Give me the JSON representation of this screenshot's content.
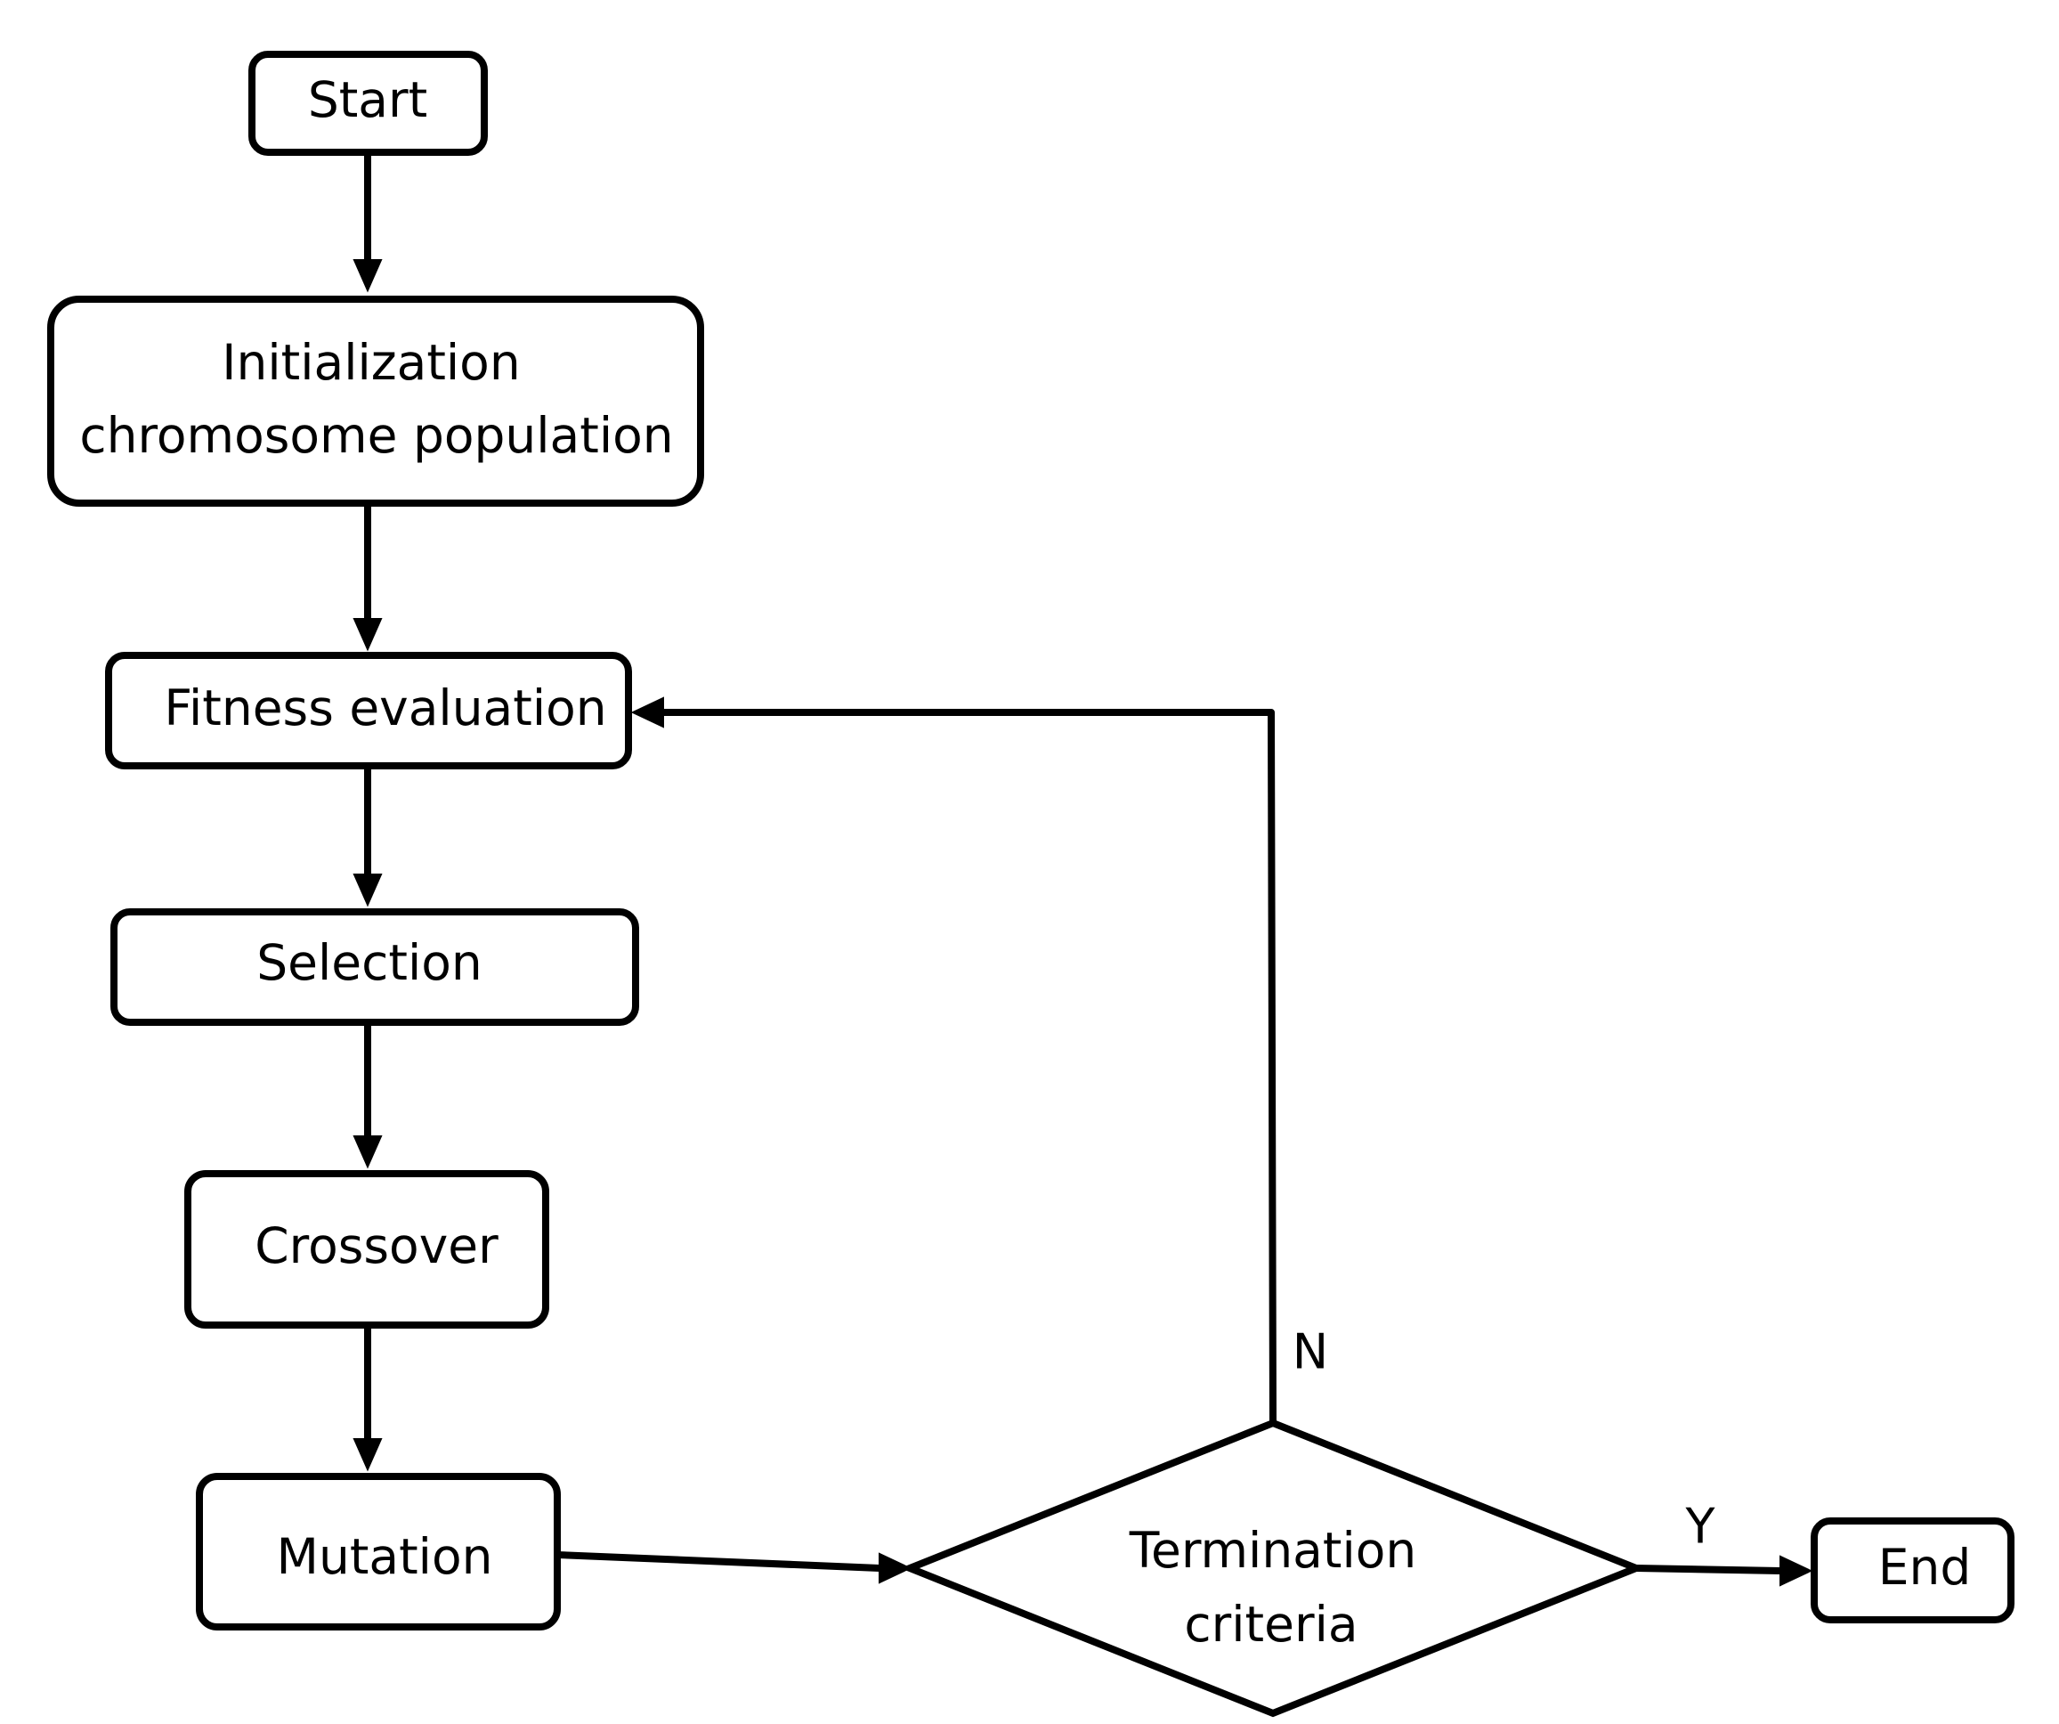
{
  "flowchart": {
    "nodes": {
      "start": {
        "label": "Start"
      },
      "initialization": {
        "lines": [
          "Initialization",
          "chromosome population"
        ]
      },
      "fitness": {
        "label": "Fitness evaluation"
      },
      "selection": {
        "label": "Selection"
      },
      "crossover": {
        "label": "Crossover"
      },
      "mutation": {
        "label": "Mutation"
      },
      "termination": {
        "lines": [
          "Termination",
          "criteria"
        ]
      },
      "end": {
        "label": "End"
      }
    },
    "edges": [
      {
        "from": "Start",
        "to": "Initialization chromosome population"
      },
      {
        "from": "Initialization chromosome population",
        "to": "Fitness evaluation"
      },
      {
        "from": "Fitness evaluation",
        "to": "Selection"
      },
      {
        "from": "Selection",
        "to": "Crossover"
      },
      {
        "from": "Crossover",
        "to": "Mutation"
      },
      {
        "from": "Mutation",
        "to": "Termination criteria"
      },
      {
        "from": "Termination criteria",
        "to": "Fitness evaluation",
        "label": "N"
      },
      {
        "from": "Termination criteria",
        "to": "End",
        "label": "Y"
      }
    ],
    "branch_labels": {
      "no": "N",
      "yes": "Y"
    }
  }
}
